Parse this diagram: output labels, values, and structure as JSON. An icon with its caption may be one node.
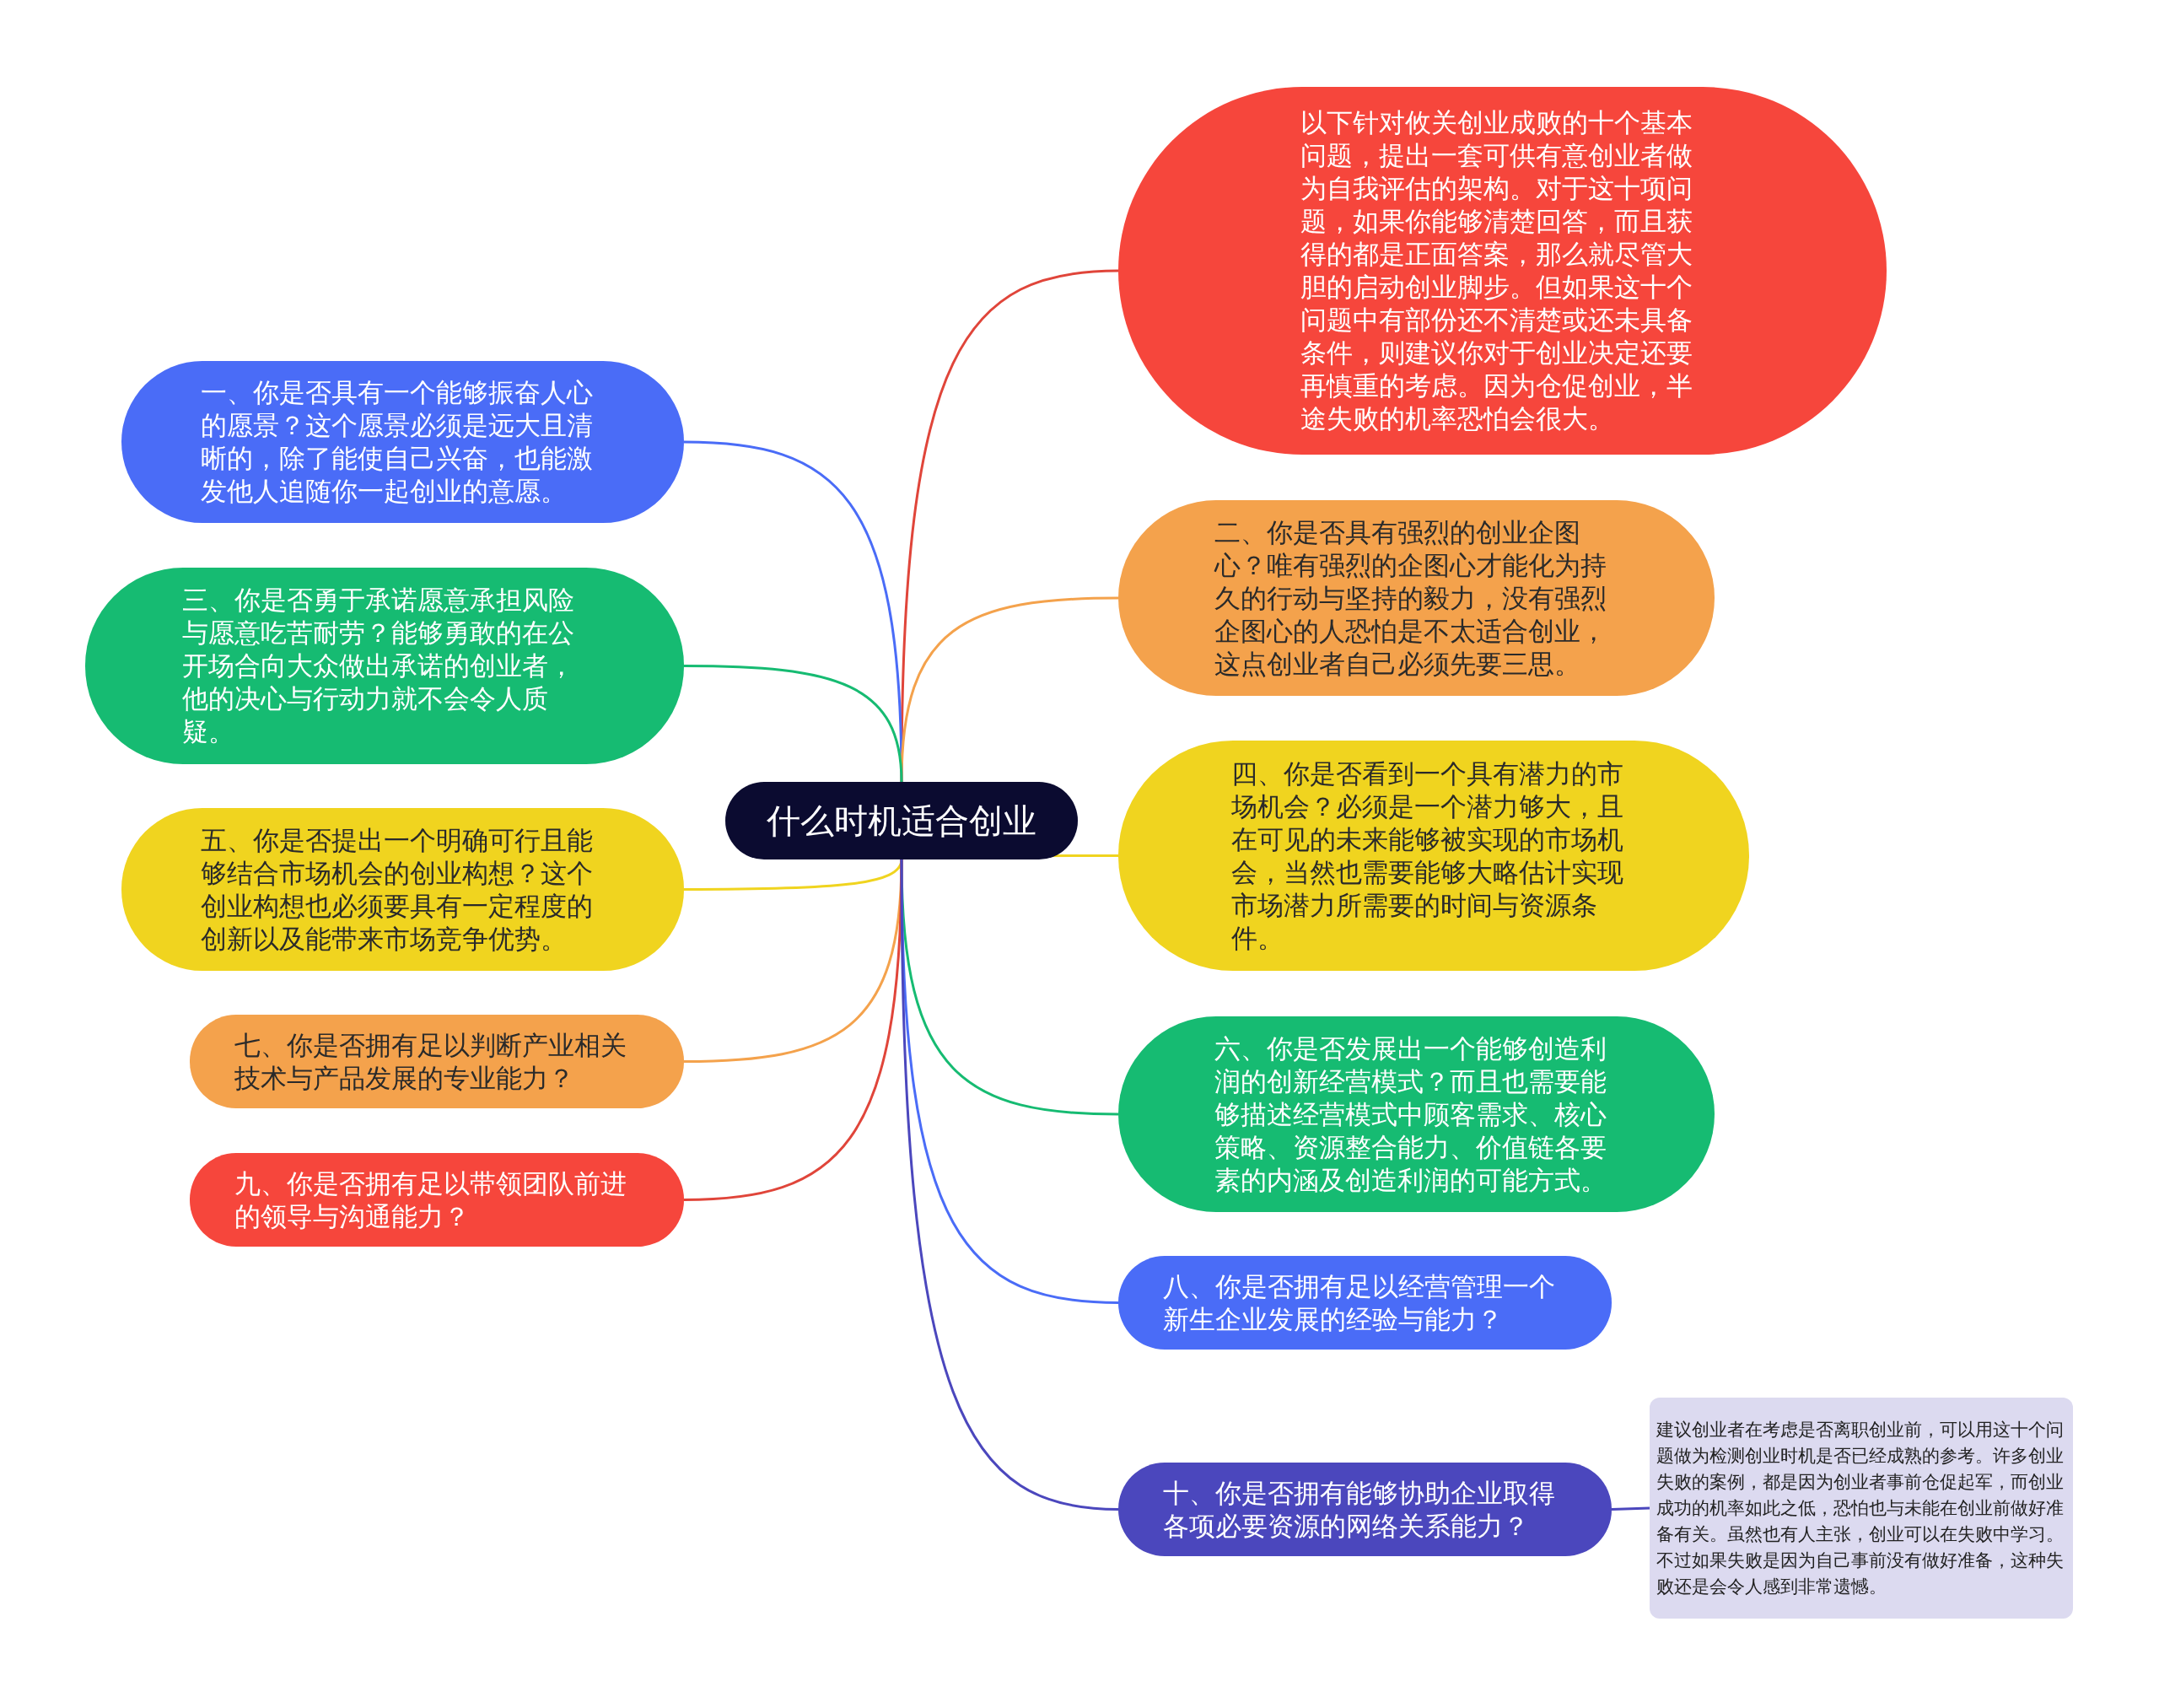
{
  "diagram": {
    "nodes": [
      {
        "text": [
          "什么时机适合创业"
        ]
      },
      {
        "text": [
          "以下针对攸关创业成败的十个基本问题，提出一套可供有意创业者做为自我评估的架构。对于这十项问题，如果你能够清楚回答，而且获得的都是正面答案，那么就尽管大胆的启动创业脚步。但如果这十个问题中有部份还不清楚或还未具备条件，则建议你对于创业决定还要再慎重的考虑。因为仓促创业，半途失败的机率恐怕会很大。"
        ]
      },
      {
        "text": [
          "一、你是否具有一个能够振奋人心的愿景？这个愿景必须是远大且清晰的，除了能使自己兴奋，也能激发他人追随你一起创业的意愿。"
        ]
      },
      {
        "text": [
          "二、你是否具有强烈的创业企图心？唯有强烈的企图心才能化为持久的行动与坚持的毅力，没有强烈企图心的人恐怕是不太适合创业，这点创业者自己必须先要三思。"
        ]
      },
      {
        "text": [
          "三、你是否勇于承诺愿意承担风险与愿意吃苦耐劳？能够勇敢的在公开场合向大众做出承诺的创业者，他的决心与行动力就不会令人质疑。"
        ]
      },
      {
        "text": [
          "四、你是否看到一个具有潜力的市场机会？必须是一个潜力够大，且在可见的未来能够被实现的市场机会，当然也需要能够大略估计实现市场潜力所需要的时间与资源条件。"
        ]
      },
      {
        "text": [
          "五、你是否提出一个明确可行且能够结合市场机会的创业构想？这个创业构想也必须要具有一定程度的创新以及能带来市场竞争优势。"
        ]
      },
      {
        "text": [
          "六、你是否发展出一个能够创造利润的创新经营模式？而且也需要能够描述经营模式中顾客需求、核心策略、资源整合能力、价值链各要素的内涵及创造利润的可能方式。"
        ]
      },
      {
        "text": [
          "七、你是否拥有足以判断产业相关技术与产品发展的专业能力？"
        ]
      },
      {
        "text": [
          "八、你是否拥有足以经营管理一个新生企业发展的经验与能力？"
        ]
      },
      {
        "text": [
          "九、你是否拥有足以带领团队前进的领导与沟通能力？"
        ]
      },
      {
        "text": [
          "十、你是否拥有能够协助企业取得各项必要资源的网络关系能力？"
        ]
      },
      {
        "text": [
          "建议创业者在考虑是否离职创业前，可以用这十个问题做为检测创业时机是否已经成熟的参考。许多创业失败的案例，都是因为创业者事前仓促起军，而创业成功的机率如此之低，恐怕也与未能在创业前做好准备有关。虽然也有人主张，创业可以在失败中学习。不过如果失败是因为自己事前没有做好准备，这种失败还是会令人感到非常遗憾。"
        ]
      }
    ],
    "edges": [
      {
        "from": 0,
        "to": 1,
        "arrow": "none",
        "color": "#e0453a"
      },
      {
        "from": 0,
        "to": 2,
        "arrow": "none",
        "color": "#4a6cf7"
      },
      {
        "from": 0,
        "to": 3,
        "arrow": "none",
        "color": "#f4a24c"
      },
      {
        "from": 0,
        "to": 4,
        "arrow": "none",
        "color": "#16bb72"
      },
      {
        "from": 0,
        "to": 5,
        "arrow": "none",
        "color": "#f0d41f"
      },
      {
        "from": 0,
        "to": 6,
        "arrow": "none",
        "color": "#f0d41f"
      },
      {
        "from": 0,
        "to": 7,
        "arrow": "none",
        "color": "#16bb72"
      },
      {
        "from": 0,
        "to": 8,
        "arrow": "none",
        "color": "#f4a24c"
      },
      {
        "from": 0,
        "to": 9,
        "arrow": "none",
        "color": "#4a6cf7"
      },
      {
        "from": 0,
        "to": 10,
        "arrow": "none",
        "color": "#e0453a"
      },
      {
        "from": 0,
        "to": 11,
        "arrow": "none",
        "color": "#4b47bd"
      },
      {
        "from": 11,
        "to": 12,
        "arrow": "none",
        "color": "#4b47bd"
      }
    ]
  }
}
